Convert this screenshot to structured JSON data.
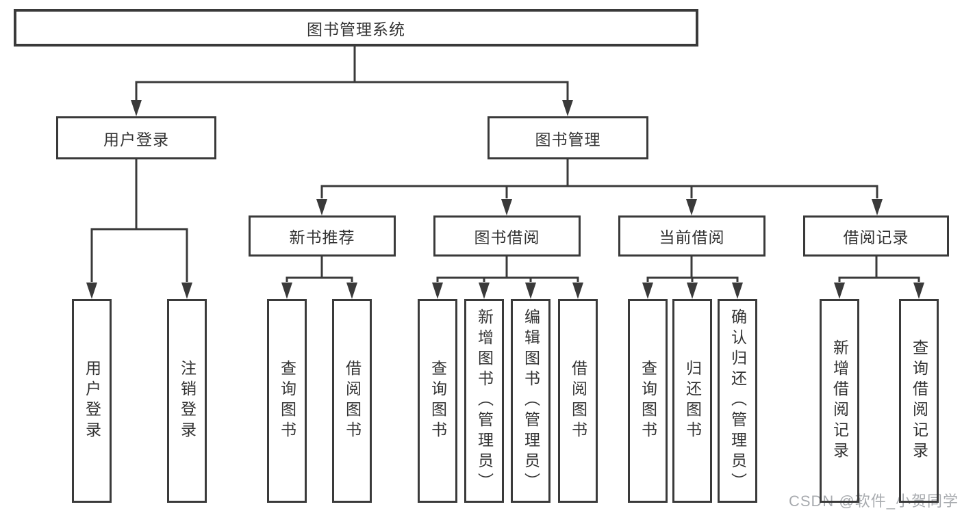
{
  "tree": {
    "label": "图书管理系统",
    "children": [
      {
        "label": "用户登录",
        "children": [
          {
            "label": "用户登录"
          },
          {
            "label": "注销登录"
          }
        ]
      },
      {
        "label": "图书管理",
        "children": [
          {
            "label": "新书推荐",
            "children": [
              {
                "label": "查询图书"
              },
              {
                "label": "借阅图书"
              }
            ]
          },
          {
            "label": "图书借阅",
            "children": [
              {
                "label": "查询图书"
              },
              {
                "label": "新增图书（管理员）"
              },
              {
                "label": "编辑图书（管理员）"
              },
              {
                "label": "借阅图书"
              }
            ]
          },
          {
            "label": "当前借阅",
            "children": [
              {
                "label": "查询图书"
              },
              {
                "label": "归还图书"
              },
              {
                "label": "确认归还（管理员）"
              }
            ]
          },
          {
            "label": "借阅记录",
            "children": [
              {
                "label": "新增借阅记录"
              },
              {
                "label": "查询借阅记录"
              }
            ]
          }
        ]
      }
    ]
  },
  "watermark": "CSDN @软件_小贺同学",
  "colors": {
    "line": "#3a3a3a",
    "text": "#333333",
    "watermark_text": "#a8abaf",
    "background": "#ffffff"
  }
}
